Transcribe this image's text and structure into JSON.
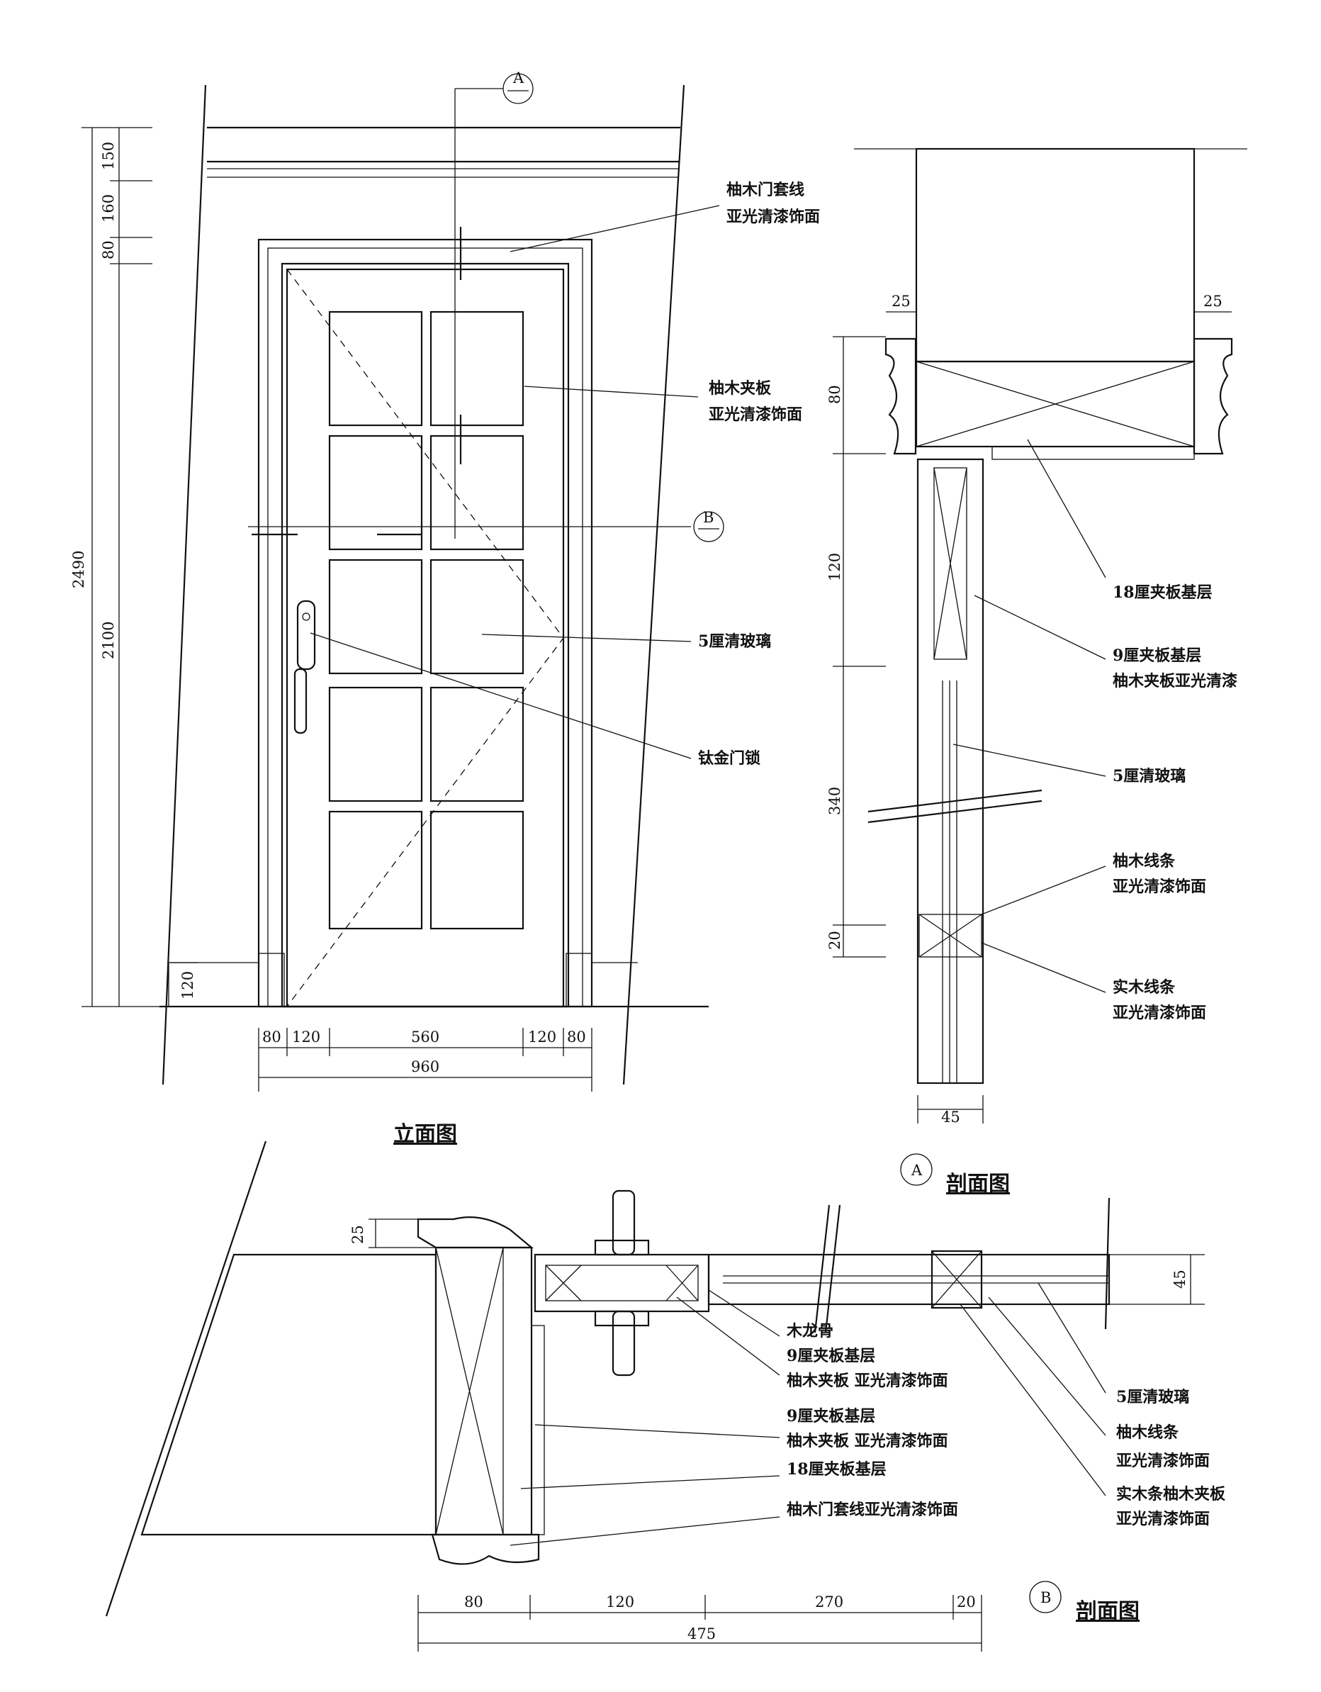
{
  "elevation": {
    "title": "立面图",
    "section_marks": [
      "A",
      "B"
    ],
    "labels": {
      "frame_trim": [
        "柚木门套线",
        "亚光清漆饰面"
      ],
      "panel": [
        "柚木夹板",
        "亚光清漆饰面"
      ],
      "glass": "5厘清玻璃",
      "lock": "钛金门锁"
    },
    "dims_vertical_left": [
      "2490",
      "2100"
    ],
    "dims_vertical_inner": [
      "150",
      "160",
      "80",
      "120"
    ],
    "dims_bottom": [
      "80",
      "120",
      "560",
      "120",
      "80"
    ],
    "dim_total": "960"
  },
  "section_a": {
    "marker": "A",
    "title": "剖面图",
    "dims_vertical": [
      "80",
      "120",
      "340",
      "20"
    ],
    "dims_top": [
      "25",
      "25"
    ],
    "dim_bottom": "45",
    "labels": {
      "base_18": "18厘夹板基层",
      "base_9": [
        "9厘夹板基层",
        "柚木夹板亚光清漆"
      ],
      "glass": "5厘清玻璃",
      "teak_strip": [
        "柚木线条",
        "亚光清漆饰面"
      ],
      "solid_strip": [
        "实木线条",
        "亚光清漆饰面"
      ]
    }
  },
  "section_b": {
    "marker": "B",
    "title": "剖面图",
    "dim_top": "25",
    "dim_right": "45",
    "dims_bottom": [
      "80",
      "120",
      "270",
      "20"
    ],
    "dim_total": "475",
    "labels_left": {
      "keel": "木龙骨",
      "base_9a": [
        "9厘夹板基层",
        "柚木夹板 亚光清漆饰面"
      ],
      "base_9b": [
        "9厘夹板基层",
        "柚木夹板 亚光清漆饰面"
      ],
      "base_18": "18厘夹板基层",
      "frame_trim": "柚木门套线亚光清漆饰面"
    },
    "labels_right": {
      "glass": "5厘清玻璃",
      "teak_strip": [
        "柚木线条",
        "亚光清漆饰面"
      ],
      "solid_teak": [
        "实木条柚木夹板",
        "亚光清漆饰面"
      ]
    }
  }
}
